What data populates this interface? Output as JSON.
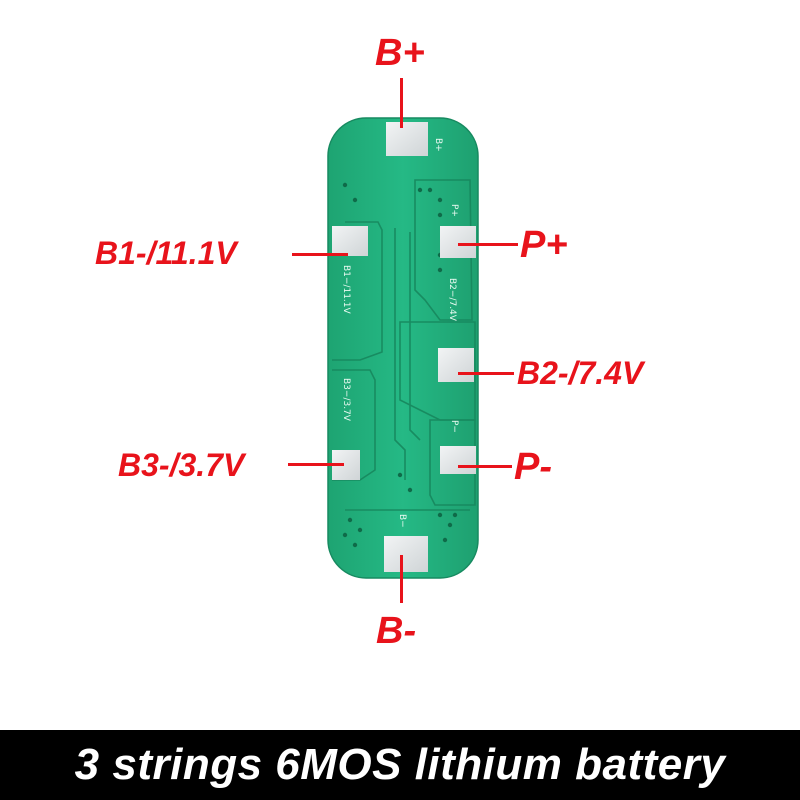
{
  "pcb": {
    "silkscreen": {
      "b_plus": "B+",
      "p_plus": "P+",
      "b1": "B1−/11.1V",
      "b2": "B2−/7.4V",
      "b3": "B3−/3.7V",
      "p_minus": "P−",
      "b_minus": "B−"
    }
  },
  "labels": {
    "b_plus": "B+",
    "b1": "B1-/11.1V",
    "p_plus": "P+",
    "b2": "B2-/7.4V",
    "b3": "B3-/3.7V",
    "p_minus": "P-",
    "b_minus": "B-"
  },
  "caption": "3 strings 6MOS lithium battery",
  "colors": {
    "label_red": "#e8131b",
    "board_green": "#21b47e",
    "pad_silver": "#e6e9ea",
    "banner_bg": "#000000",
    "banner_text": "#ffffff"
  }
}
